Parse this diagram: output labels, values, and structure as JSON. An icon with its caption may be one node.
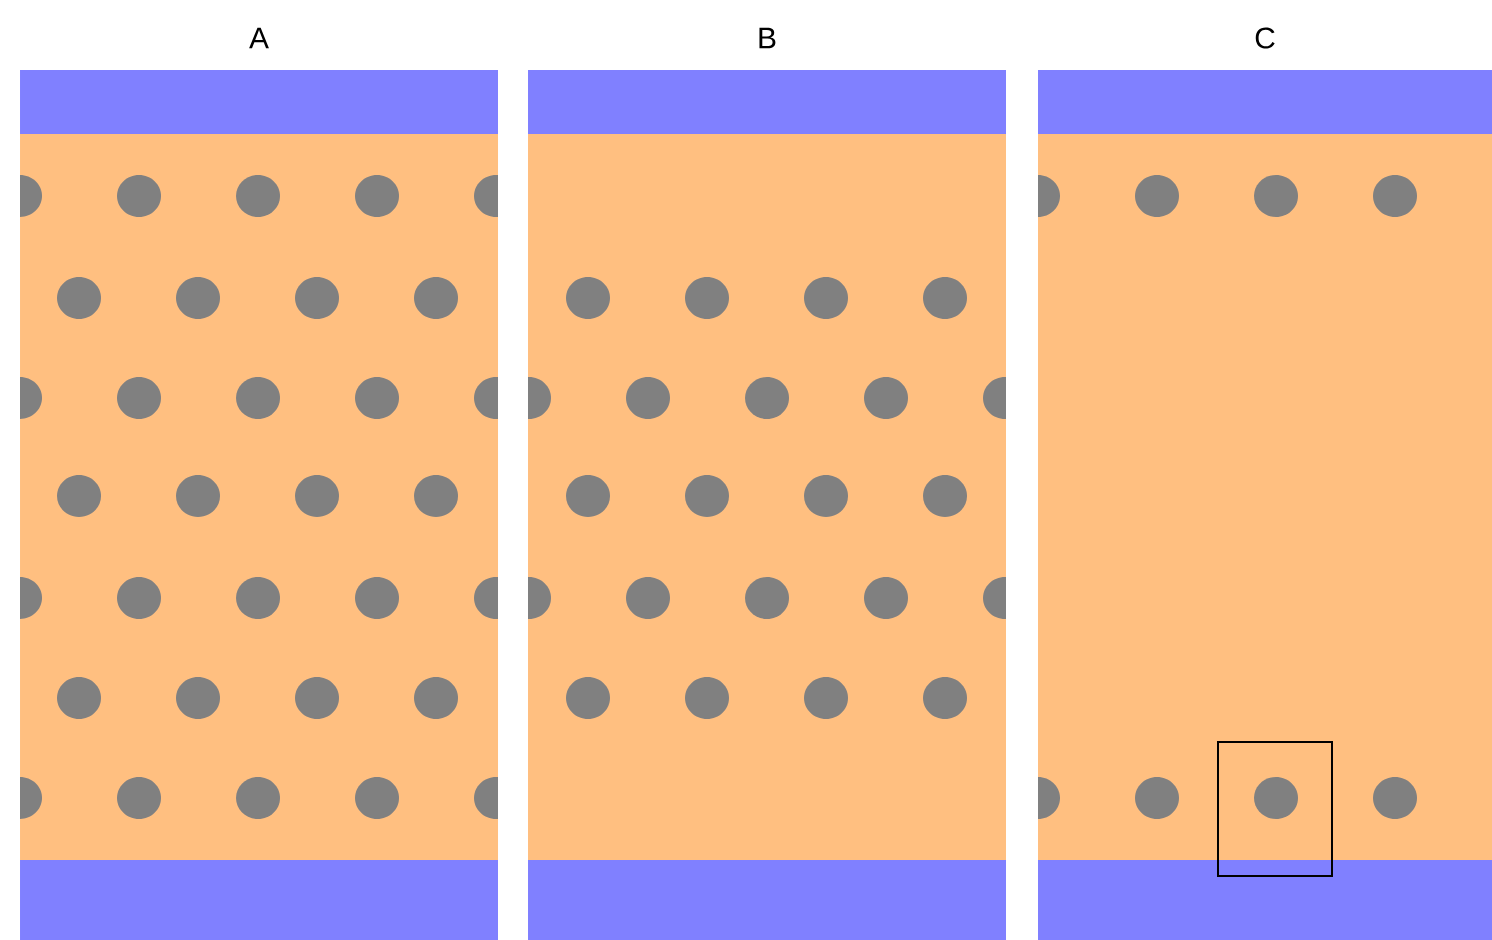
{
  "diagram": {
    "labels": [
      "A",
      "B",
      "C"
    ]
  }
}
